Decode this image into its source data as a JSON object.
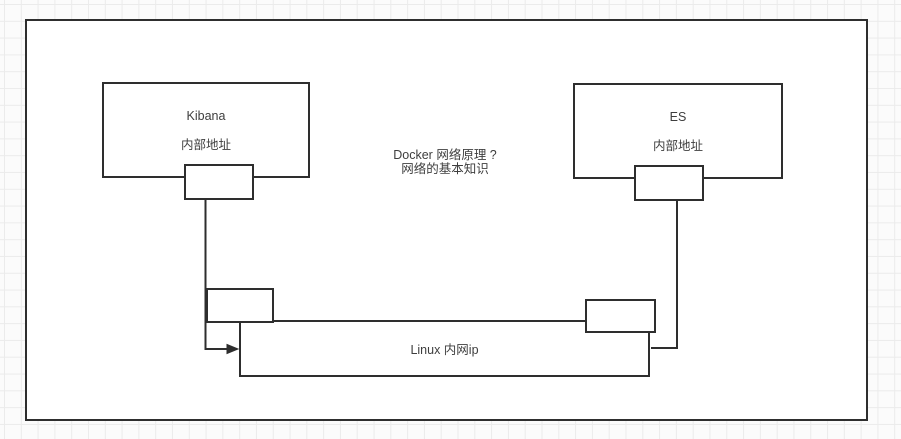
{
  "diagram": {
    "title": {
      "line1": "Docker 网络原理 ?",
      "line2": "网络的基本知识"
    },
    "nodes": {
      "kibana": {
        "name": "Kibana",
        "sublabel": "内部地址"
      },
      "es": {
        "name": "ES",
        "sublabel": "内部地址"
      },
      "linux": {
        "label": "Linux 内网ip"
      }
    },
    "colors": {
      "stroke": "#2e2e2e",
      "text": "#3e3e3e",
      "node_fill": "#ffffff",
      "grid_line": "#ebebeb",
      "grid_bg": "#fbfbfb"
    }
  }
}
